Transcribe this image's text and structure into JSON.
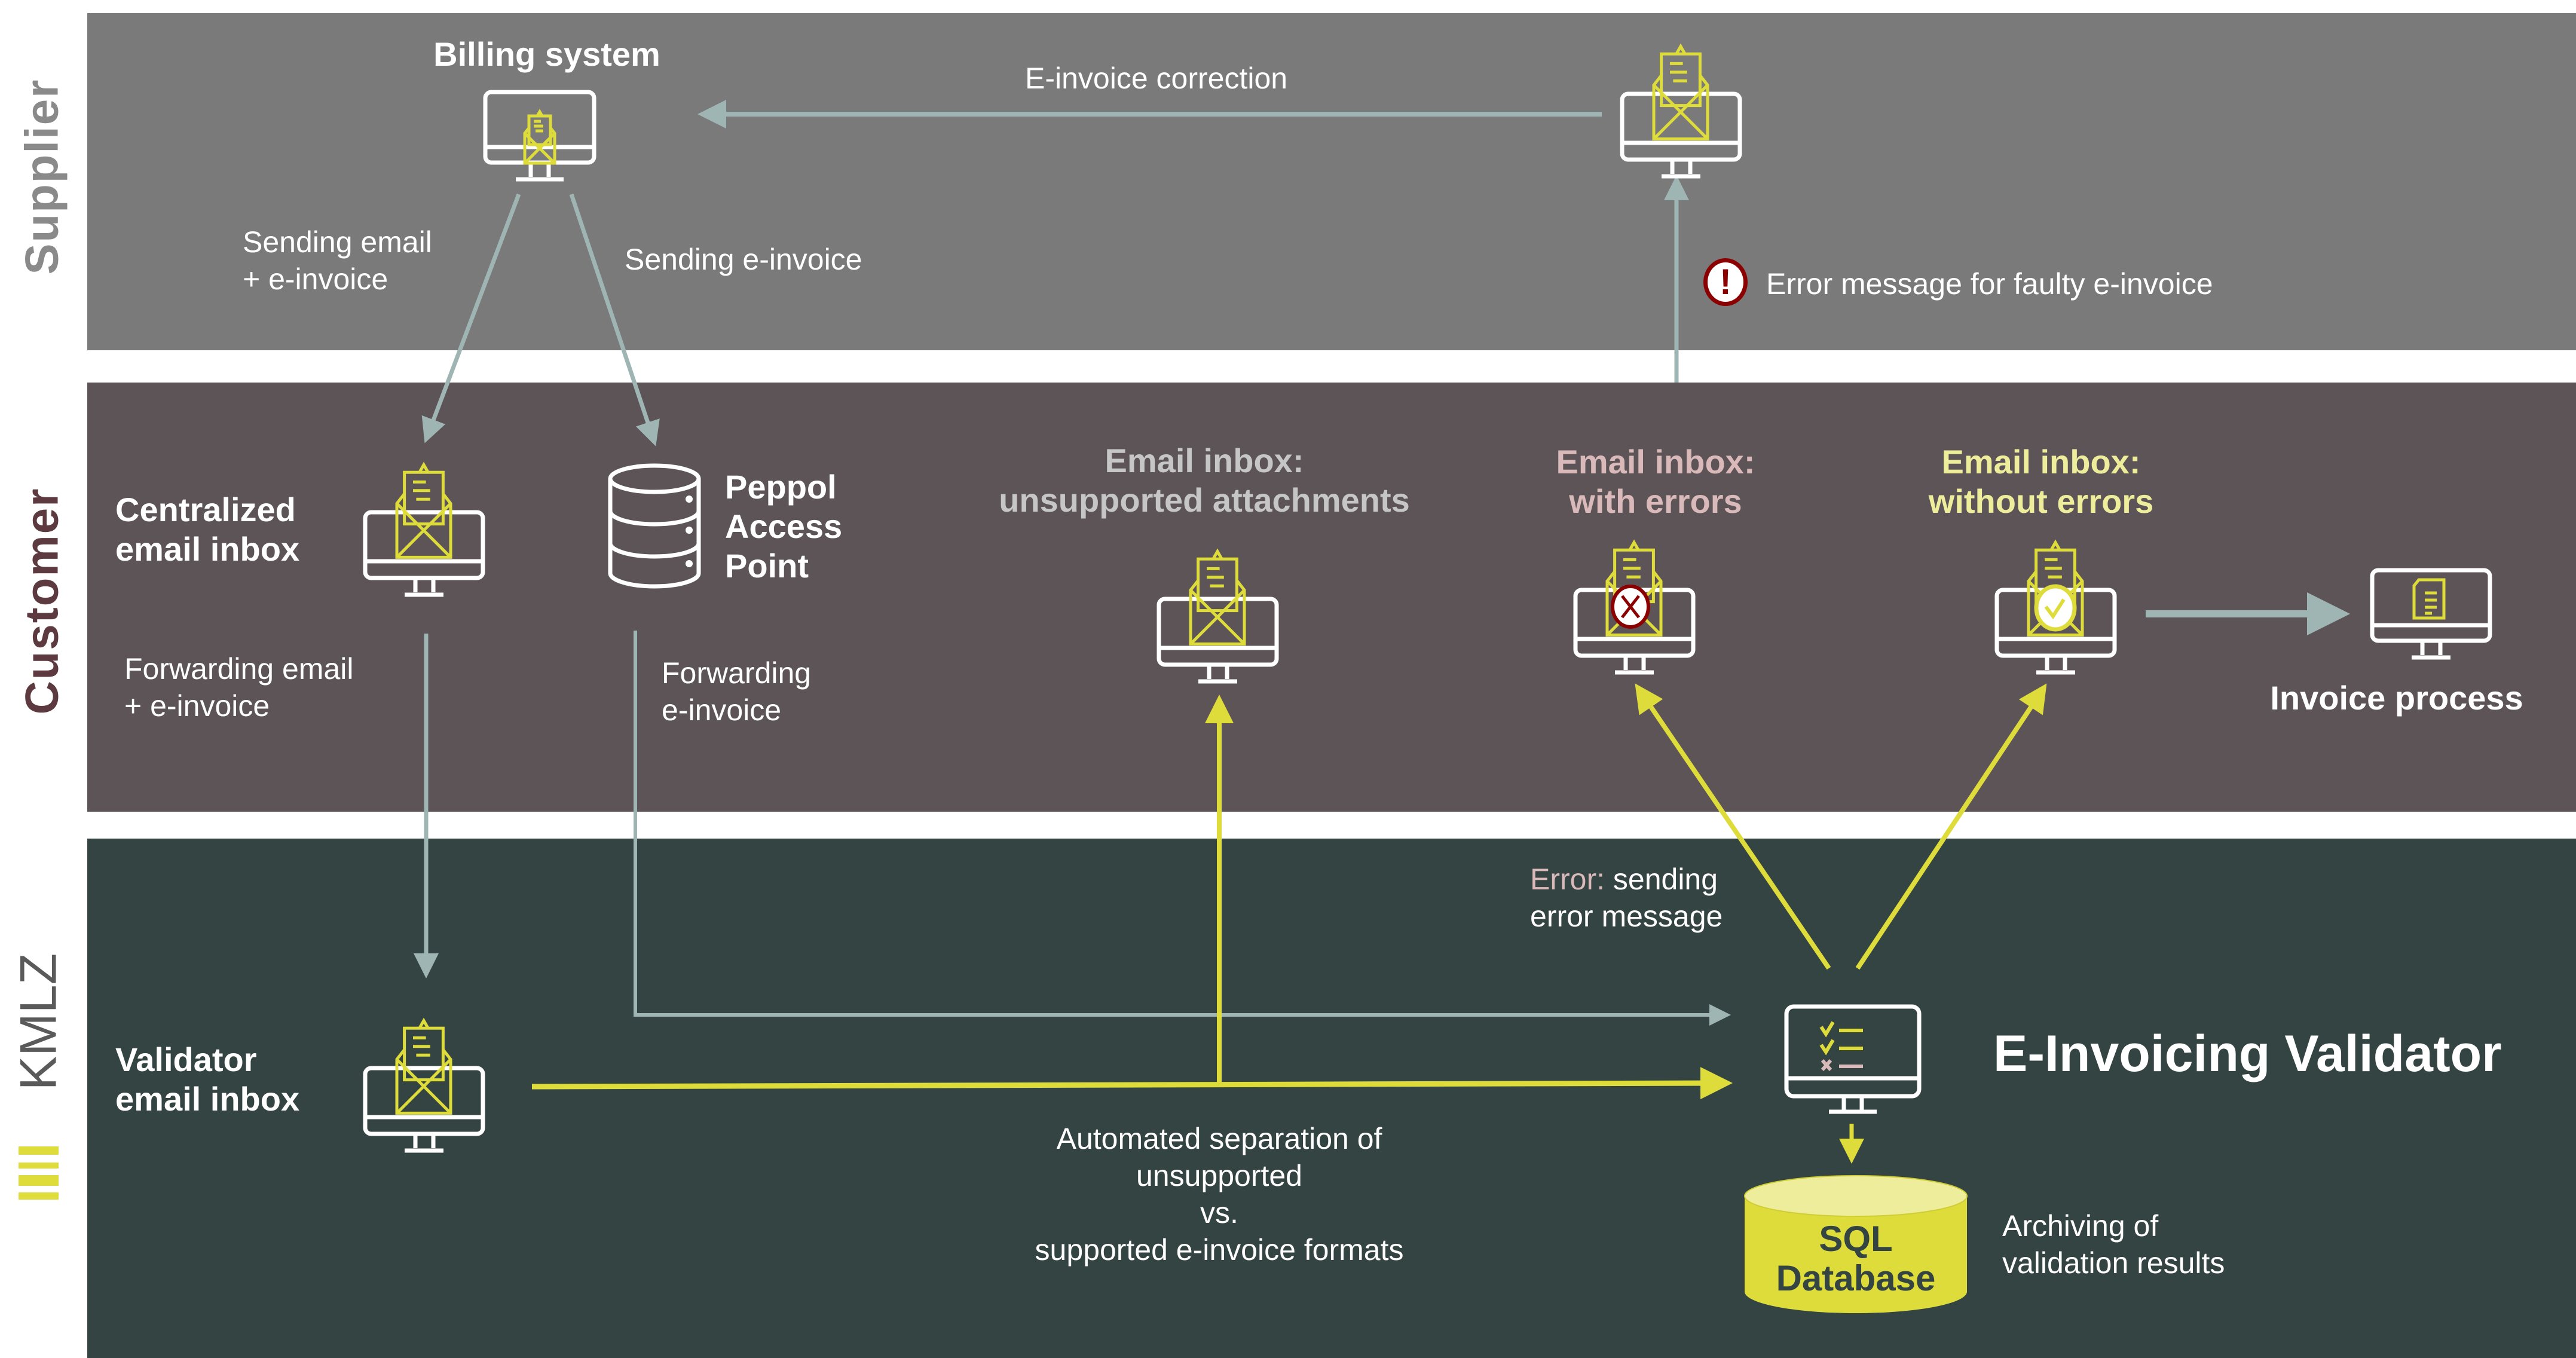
{
  "lanes": {
    "supplier": "Supplier",
    "customer": "Customer",
    "kmlz": "KMLZ"
  },
  "colors": {
    "supplier_bg": "#7a7a7a",
    "customer_bg": "#5c5457",
    "kmlz_bg": "#334443",
    "accent_yellow": "#dedc3a",
    "arrow_grey": "#9fb5b3",
    "error_pink": "#d9b9b9",
    "ok_yellow": "#eeed9c",
    "error_red": "#8b0000"
  },
  "supplier": {
    "billing_system": "Billing system",
    "correction_label": "E-invoice correction",
    "sending_email_1": "Sending email",
    "sending_email_2": "+ e-invoice",
    "sending_einvoice": "Sending e-invoice",
    "error_message": "Error message for faulty e-invoice"
  },
  "customer": {
    "centralized_1": "Centralized",
    "centralized_2": "email inbox",
    "peppol_1": "Peppol",
    "peppol_2": "Access",
    "peppol_3": "Point",
    "unsupported_1": "Email inbox:",
    "unsupported_2": "unsupported attachments",
    "with_errors_1": "Email inbox:",
    "with_errors_2": "with errors",
    "without_errors_1": "Email inbox:",
    "without_errors_2": "without errors",
    "invoice_process": "Invoice process",
    "fwd_email_1": "Forwarding email",
    "fwd_email_2": "+ e-invoice",
    "fwd_einvoice_1": "Forwarding",
    "fwd_einvoice_2": "e-invoice"
  },
  "kmlz": {
    "validator_inbox_1": "Validator",
    "validator_inbox_2": "email inbox",
    "validator_title": "E-Invoicing Validator",
    "error_prefix": "Error:",
    "error_send_1": " sending",
    "error_send_2": "error message",
    "separation_1": "Automated separation of",
    "separation_2": "unsupported",
    "separation_3": "vs.",
    "separation_4": "supported e-invoice formats",
    "db_1": "SQL",
    "db_2": "Database",
    "archiving_1": "Archiving of",
    "archiving_2": "validation results"
  }
}
